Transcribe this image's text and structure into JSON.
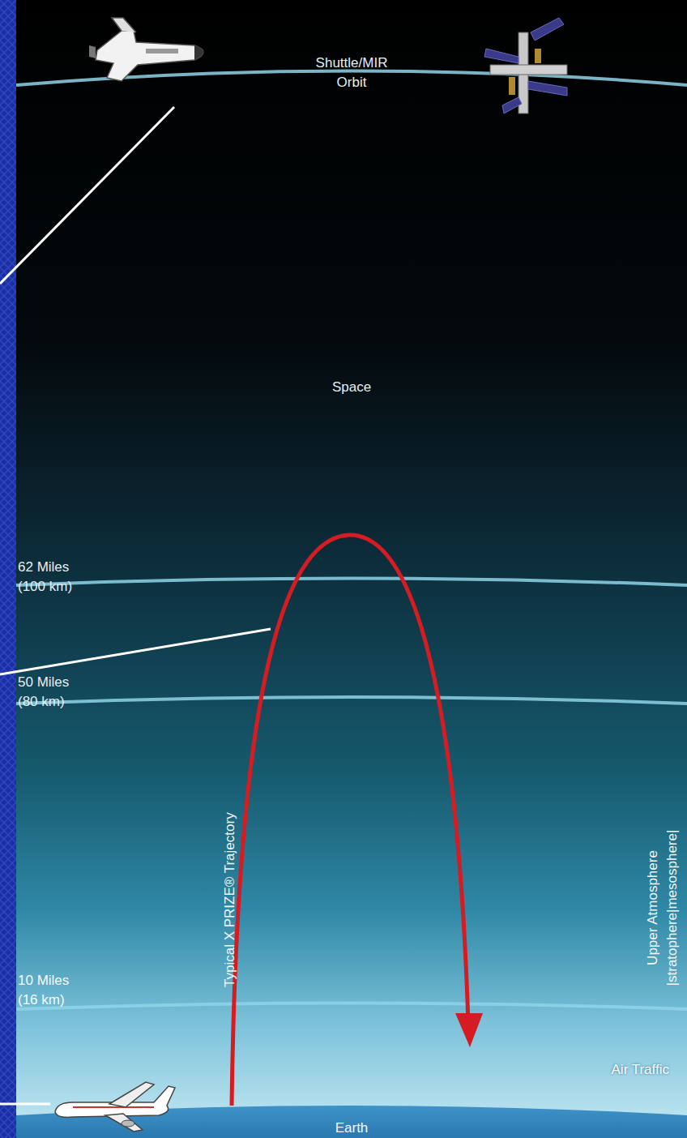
{
  "diagram": {
    "labels": [
      "Shuttle/MIR Orbit",
      "Space",
      "62 Miles (100 km)",
      "50 Miles (80 km)",
      "Typical X PRIZE® Trajectory",
      "Upper Atmosphere |stratophere|mesosphere|",
      "10 Miles (16 km)",
      "Air Traffic",
      "Earth"
    ]
  }
}
